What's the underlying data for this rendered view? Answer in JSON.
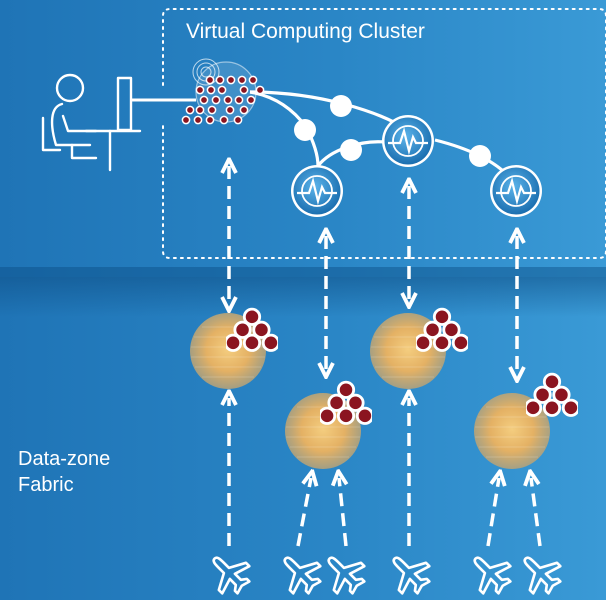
{
  "cluster": {
    "title": "Virtual Computing Cluster"
  },
  "fabric": {
    "line1": "Data-zone",
    "line2": "Fabric"
  },
  "colors": {
    "background": "#2a86c6",
    "line": "#ffffff",
    "dot": "#8b1520",
    "node_fill": "#2f8fd0",
    "sphere": "#e8b66a"
  },
  "icons": {
    "user": "user-at-workstation-icon",
    "node": "pulse-node-icon",
    "data": "data-sphere-icon",
    "source": "airplane-icon"
  }
}
